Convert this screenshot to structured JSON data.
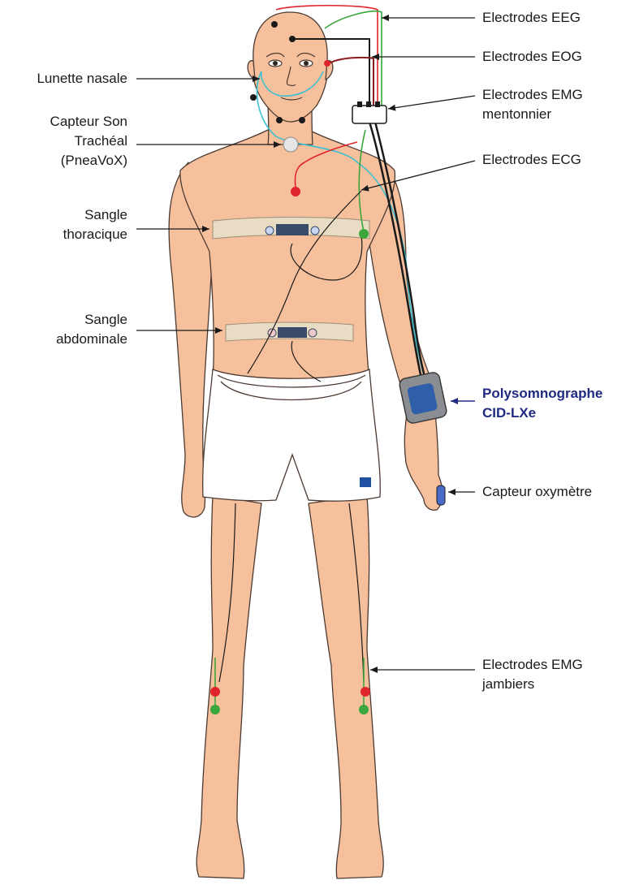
{
  "labels": {
    "eeg": "Electrodes EEG",
    "eog": "Electrodes EOG",
    "emg_chin_1": "Electrodes EMG",
    "emg_chin_2": "mentonnier",
    "ecg": "Electrodes ECG",
    "nasal": "Lunette nasale",
    "tracheal_1": "Capteur Son",
    "tracheal_2": "Trachéal",
    "tracheal_3": "(PneaVoX)",
    "thoracic_1": "Sangle",
    "thoracic_2": "thoracique",
    "abdominal_1": "Sangle",
    "abdominal_2": "abdominale",
    "psg_1": "Polysomnographe",
    "psg_2": "CID-LXe",
    "oximeter": "Capteur oxymètre",
    "emg_leg_1": "Electrodes EMG",
    "emg_leg_2": "jambiers"
  },
  "colors": {
    "skin": "#f7c09c",
    "skin_outline": "#4a3a32",
    "highlight": "#1f2a80",
    "electrode_red": "#e0242b",
    "electrode_green": "#3aa63c",
    "wire_cyan": "#3cc0d0",
    "belt": "#e9dcc4"
  }
}
